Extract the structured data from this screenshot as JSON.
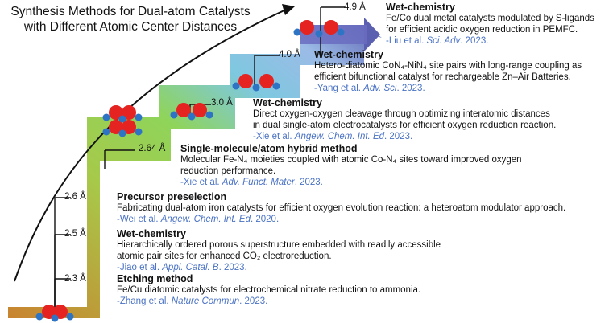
{
  "title": [
    "Synthesis Methods for Dual-atom Catalysts",
    "with Different Atomic Center Distances"
  ],
  "colors": {
    "atom_metal": "#e52421",
    "atom_ligand": "#2e74c4",
    "citation": "#4a72c4",
    "step_bottom": "#c9832f",
    "step_mid": "#8fd45a",
    "step_top": "#5b5fb0"
  },
  "entries": [
    {
      "distance": "2.3 Å",
      "method": "Etching method",
      "lines": [
        "Fe/Cu diatomic catalysts for electrochemical nitrate reduction to ammonia."
      ],
      "citation": {
        "authors": "-Zhang et al. ",
        "journal": "Nature Commun",
        "year": ". 2023."
      }
    },
    {
      "distance": "2.5 Å",
      "method": "Wet-chemistry",
      "lines": [
        "Hierarchically ordered porous superstructure embedded with readily accessible",
        "atomic pair sites for enhanced CO₂ electroreduction."
      ],
      "citation": {
        "authors": "-Jiao et al. ",
        "journal": "Appl. Catal. B",
        "year": ". 2023."
      }
    },
    {
      "distance": "2.6 Å",
      "method": "Precursor preselection",
      "lines": [
        "Fabricating dual-atom iron catalysts for efficient oxygen  evolution reaction: a heteroatom modulator approach."
      ],
      "citation": {
        "authors": "-Wei et al. ",
        "journal": "Angew. Chem. Int. Ed",
        "year": ". 2020."
      }
    },
    {
      "distance": "2.64 Å",
      "method": "Single-molecule/atom hybrid method",
      "lines": [
        "Molecular Fe-N₄ moieties coupled with atomic Co-N₄ sites toward improved oxygen",
        "reduction performance."
      ],
      "citation": {
        "authors": "-Xie et al. ",
        "journal": "Adv. Funct. Mater",
        "year": ". 2023."
      }
    },
    {
      "distance": "3.0 Å",
      "method": "Wet-chemistry",
      "lines": [
        "Direct oxygen-oxygen  cleavage through optimizing interatomic distances",
        "in dual single-atom electrocatalysts for efficient oxygen reduction reaction."
      ],
      "citation": {
        "authors": "-Xie et al. ",
        "journal": "Angew. Chem. Int. Ed",
        "year": ". 2023."
      }
    },
    {
      "distance": "4.0 Å",
      "method": "Wet-chemistry",
      "lines": [
        "Hetero-diatomic CoN₄-NiN₄ site pairs with long-range coupling as",
        "efficient bifunctional catalyst for rechargeable Zn–Air Batteries."
      ],
      "citation": {
        "authors": "-Yang et al. ",
        "journal": "Adv. Sci",
        "year": ". 2023."
      }
    },
    {
      "distance": "4.9 Å",
      "method": "Wet-chemistry",
      "lines": [
        "Fe/Co dual metal catalysts modulated by S-ligands",
        "for efficient acidic oxygen  reduction in PEMFC."
      ],
      "citation": {
        "authors": "-Liu et al. ",
        "journal": "Sci. Adv",
        "year": ". 2023."
      }
    }
  ]
}
